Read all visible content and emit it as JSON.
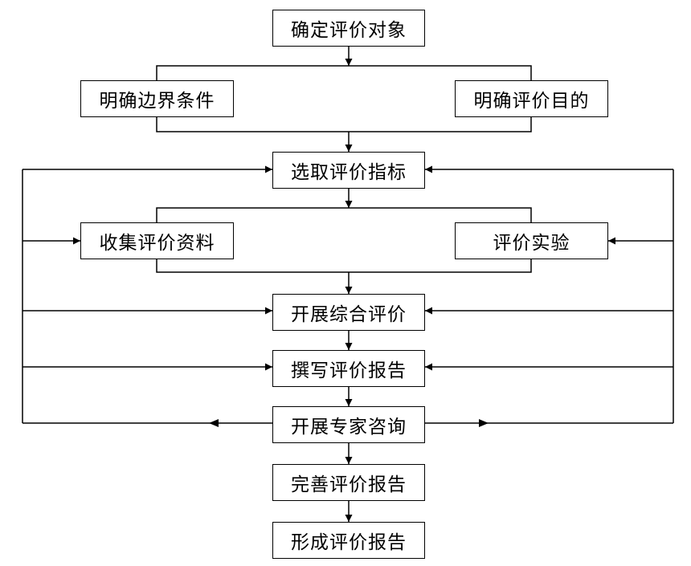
{
  "diagram": {
    "nodes": {
      "determine_object": "确定评价对象",
      "boundary_conditions": "明确边界条件",
      "evaluation_purpose": "明确评价目的",
      "select_indicators": "选取评价指标",
      "collect_data": "收集评价资料",
      "evaluation_experiment": "评价实验",
      "comprehensive_evaluation": "开展综合评价",
      "write_report": "撰写评价报告",
      "expert_consultation": "开展专家咨询",
      "improve_report": "完善评价报告",
      "final_report": "形成评价报告"
    },
    "line_color": "#000000",
    "flow": [
      "determine_object",
      "boundary_conditions + evaluation_purpose",
      "select_indicators",
      "collect_data + evaluation_experiment",
      "comprehensive_evaluation",
      "write_report",
      "expert_consultation",
      "improve_report",
      "final_report"
    ],
    "feedback": {
      "from": "expert_consultation",
      "to": [
        "select_indicators",
        "collect_data",
        "evaluation_experiment",
        "comprehensive_evaluation",
        "write_report"
      ]
    }
  }
}
